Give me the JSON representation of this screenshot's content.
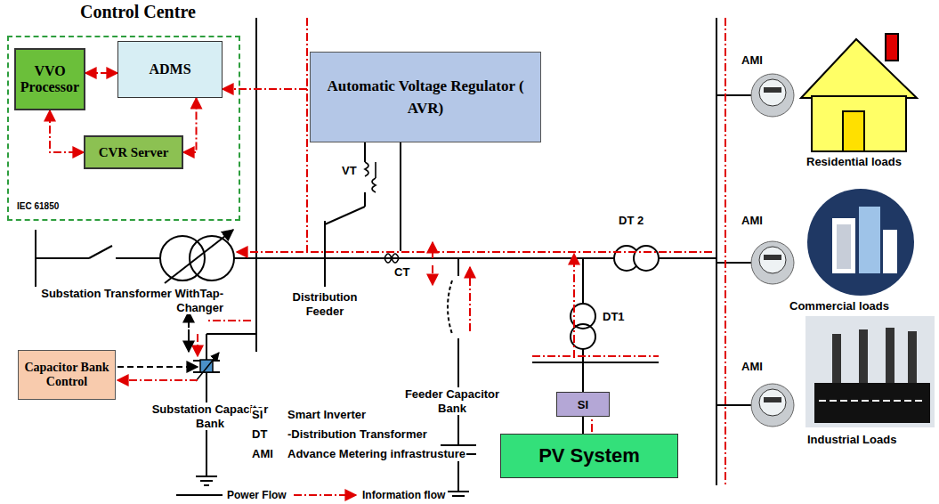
{
  "diagram": {
    "nodes": [
      {
        "text": [
          "Control Centre"
        ]
      },
      {
        "text": [
          "VVO Processor"
        ],
        "in": 0
      },
      {
        "text": [
          "ADMS"
        ],
        "in": 0
      },
      {
        "text": [
          "CVR Server"
        ],
        "in": 0
      },
      {
        "text": [
          "Automatic Voltage Regulator ( AVR)"
        ]
      },
      {
        "text": [
          "Capacitor Bank Control"
        ]
      },
      {
        "text": [
          "PV System"
        ]
      },
      {
        "text": [
          "SI"
        ]
      }
    ],
    "edges": [
      {
        "from": 1,
        "to": 2,
        "arrow": "both"
      },
      {
        "from": 1,
        "to": 3,
        "arrow": "both"
      },
      {
        "from": 3,
        "to": 2,
        "arrow": "both"
      },
      {
        "from": 7,
        "to": 6,
        "arrow": "none"
      }
    ],
    "labels": [
      "IEC 61850",
      "VT",
      "Substation Transformer WithTap-Changer",
      "Distribution Feeder",
      "CT",
      "DT 2",
      "DT1",
      "Feeder Capacitor Bank",
      "Substation Capacitor Bank",
      "SI",
      "Smart Inverter",
      "DT",
      "-Distribution Transformer",
      "AMI",
      "Advance Metering infrastrusture",
      "AMI",
      "Residential loads",
      "AMI",
      "Commercial loads",
      "AMI",
      "Industrial Loads"
    ],
    "legend": [
      {
        "text": "Power Flow"
      },
      {
        "text": "Information flow"
      }
    ]
  }
}
